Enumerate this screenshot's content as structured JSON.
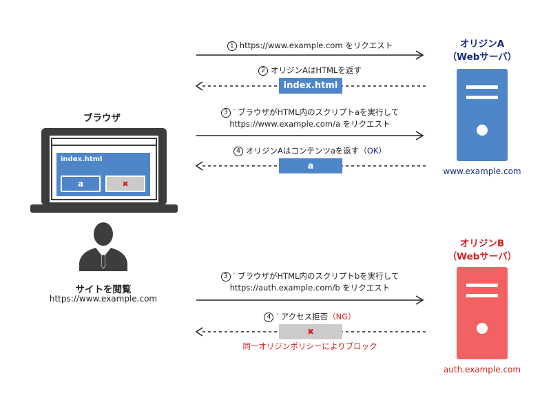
{
  "colors": {
    "blue": "#4f85c9",
    "red": "#f26263",
    "navy": "#1a2a80",
    "danger": "#d42020",
    "dark": "#3d3d3d",
    "gray": "#cbcbcb"
  },
  "browser": {
    "title": "ブラウザ",
    "page_label": "index.html",
    "script_a": "a",
    "blocked_mark": "✖"
  },
  "user": {
    "title": "サイトを閲覧",
    "url": "https://www.example.com"
  },
  "origin_a": {
    "title_line1": "オリジンA",
    "title_line2": "（Webサーバ）",
    "domain": "www.example.com",
    "icon": "server-icon"
  },
  "origin_b": {
    "title_line1": "オリジンB",
    "title_line2": "（Webサーバ）",
    "domain": "auth.example.com",
    "icon": "server-icon"
  },
  "steps": {
    "s1": {
      "num": "1",
      "text": "https://www.example.com をリクエスト"
    },
    "s2": {
      "num": "2",
      "text": "オリジンAはHTMLを返す",
      "payload": "index.html"
    },
    "s3a": {
      "num": "3",
      "prime": "′",
      "line1": "ブラウザがHTML内のスクリプトaを実行して",
      "line2": "https://www.example.com/a をリクエスト"
    },
    "s4a": {
      "num": "4",
      "text": "オリジンAはコンテンツaを返す",
      "status": "（OK）",
      "payload": "a"
    },
    "s3b": {
      "num": "3",
      "prime": "′",
      "line1": "ブラウザがHTML内のスクリプトbを実行して",
      "line2": "https://auth.example.com/b をリクエスト"
    },
    "s4b": {
      "num": "4",
      "prime": "′",
      "text": "アクセス拒否",
      "status": "（NG）",
      "payload": "✖",
      "note": "同一オリジンポリシーによりブロック"
    }
  }
}
